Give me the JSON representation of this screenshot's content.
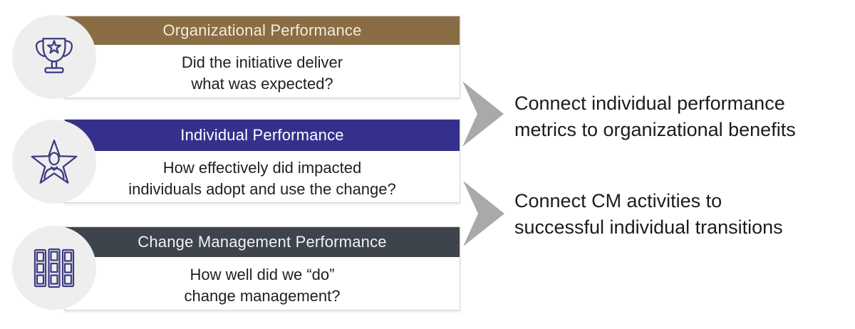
{
  "colors": {
    "card1_header_bg": "#8a6d44",
    "card1_header_text": "#f2ecd9",
    "card2_header_bg": "#35308c",
    "card2_header_text": "#ffffff",
    "card3_header_bg": "#3e444c",
    "card3_header_text": "#f2f2f2",
    "circle_bg": "#eeeeee",
    "icon_stroke": "#3c3a82",
    "arrow_fill": "#a9a9a9",
    "body_text": "#1f1f1f",
    "callout_text": "#1c1c1c",
    "card_border": "#d6d6d6"
  },
  "cards": [
    {
      "title": "Organizational Performance",
      "line1": "Did the initiative deliver",
      "line2": "what was expected?",
      "icon": "trophy-icon"
    },
    {
      "title": "Individual Performance",
      "line1": "How effectively did impacted",
      "line2": "individuals adopt and use the change?",
      "icon": "star-person-icon"
    },
    {
      "title": "Change Management Performance",
      "line1": "How well did we “do”",
      "line2": "change management?",
      "icon": "kanban-grid-icon"
    }
  ],
  "callouts": [
    {
      "line1": "Connect individual performance",
      "line2": "metrics to organizational benefits"
    },
    {
      "line1": "Connect CM activities to",
      "line2": "successful individual transitions"
    }
  ]
}
